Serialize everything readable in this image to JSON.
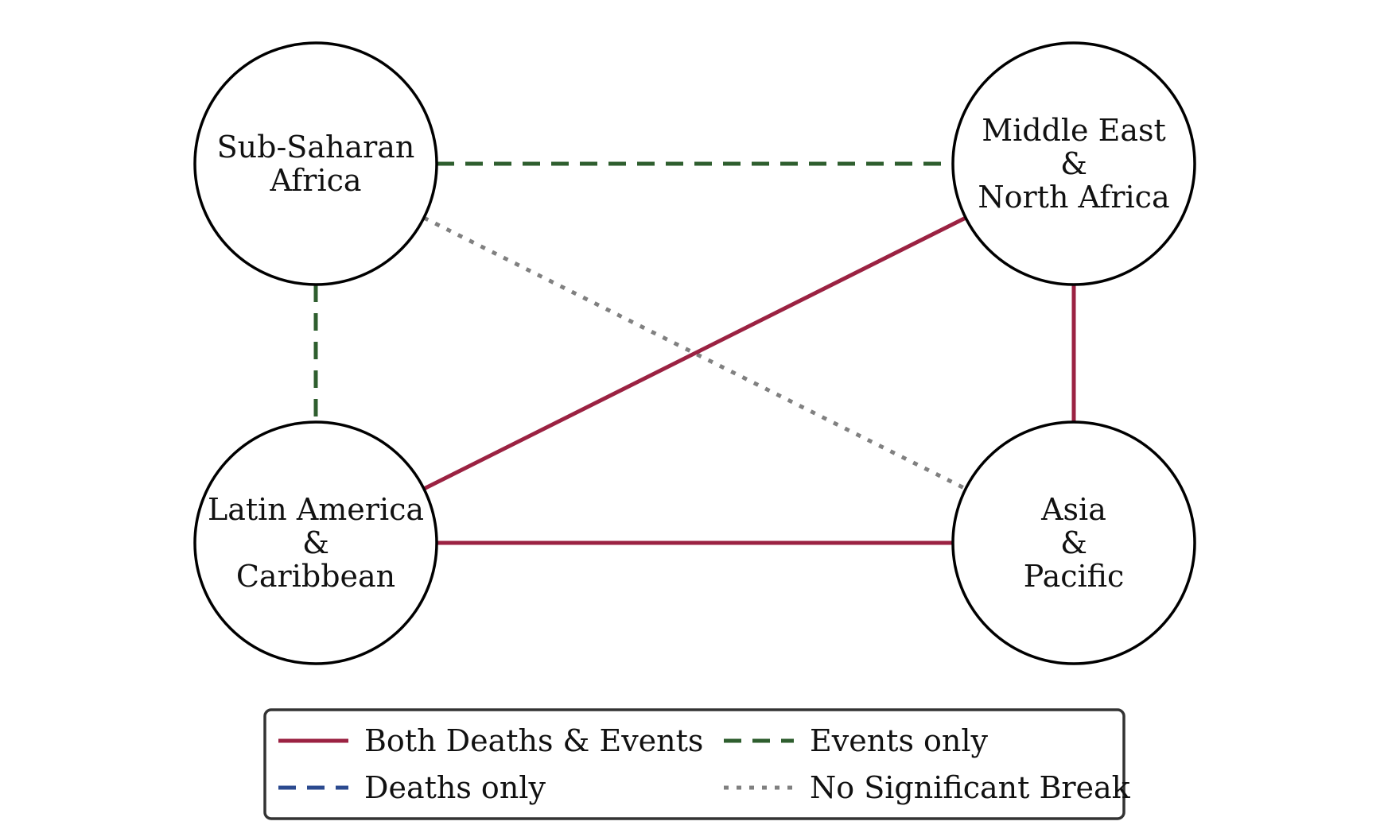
{
  "styles": {
    "both": {
      "color": "#9b2242",
      "dash": ""
    },
    "events": {
      "color": "#2e5e2e",
      "dash": "22 14"
    },
    "deaths": {
      "color": "#2b4a8f",
      "dash": "22 14"
    },
    "none": {
      "color": "#808080",
      "dash": "6 10"
    }
  },
  "nodes": [
    {
      "id": "ssa",
      "label_lines": [
        "Sub-Saharan",
        "Africa"
      ]
    },
    {
      "id": "mena",
      "label_lines": [
        "Middle East",
        "&",
        "North Africa"
      ]
    },
    {
      "id": "lac",
      "label_lines": [
        "Latin America",
        "&",
        "Caribbean"
      ]
    },
    {
      "id": "ap",
      "label_lines": [
        "Asia",
        "&",
        "Pacific"
      ]
    }
  ],
  "edges": [
    {
      "from": "ssa",
      "to": "mena",
      "type": "events"
    },
    {
      "from": "ssa",
      "to": "lac",
      "type": "events"
    },
    {
      "from": "ssa",
      "to": "ap",
      "type": "none"
    },
    {
      "from": "mena",
      "to": "lac",
      "type": "both"
    },
    {
      "from": "mena",
      "to": "ap",
      "type": "both"
    },
    {
      "from": "lac",
      "to": "ap",
      "type": "both"
    }
  ],
  "legend": {
    "items": [
      {
        "type": "both",
        "label": "Both Deaths & Events"
      },
      {
        "type": "events",
        "label": "Events only"
      },
      {
        "type": "deaths",
        "label": "Deaths only"
      },
      {
        "type": "none",
        "label": "No Significant Break"
      }
    ]
  }
}
